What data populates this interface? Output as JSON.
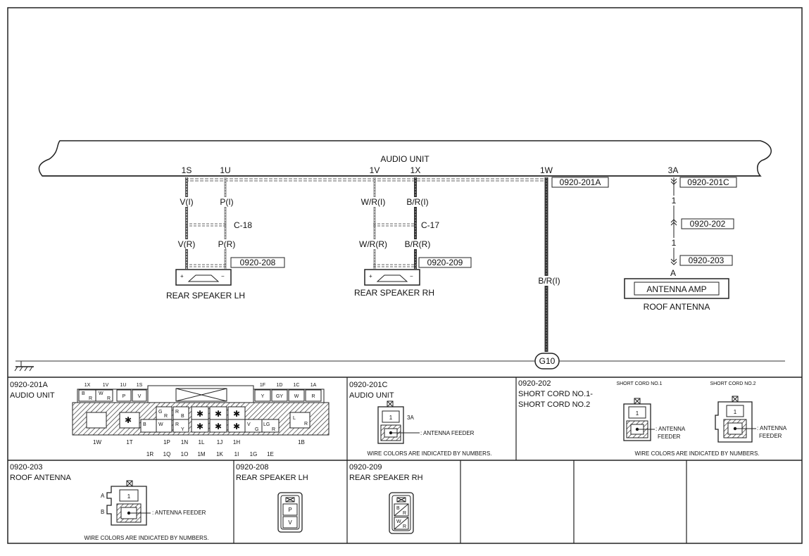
{
  "main": {
    "audio_unit_label": "AUDIO UNIT",
    "terminals": {
      "t1s": "1S",
      "t1u": "1U",
      "t1v": "1V",
      "t1x": "1X",
      "t1w": "1W",
      "t3a": "3A"
    },
    "wires": {
      "w1s_i": "V(I)",
      "w1u_i": "P(I)",
      "w1s_r": "V(R)",
      "w1u_r": "P(R)",
      "w1v_i": "W/R(I)",
      "w1x_i": "B/R(I)",
      "w1v_r": "W/R(R)",
      "w1x_r": "B/R(R)",
      "w1w": "B/R(I)",
      "w3a_top": "1",
      "w3a_bot": "1"
    },
    "joints": {
      "c18": "C-18",
      "c17": "C-17"
    },
    "connector_refs": {
      "r208": "0920-208",
      "r209": "0920-209",
      "r201a": "0920-201A",
      "r201c": "0920-201C",
      "r202": "0920-202",
      "r203": "0920-203"
    },
    "rear_speaker_lh": "REAR SPEAKER LH",
    "rear_speaker_rh": "REAR SPEAKER RH",
    "antenna_pin": "A",
    "antenna_amp": "ANTENNA AMP",
    "roof_antenna": "ROOF ANTENNA",
    "ground": "G10"
  },
  "panels": {
    "p201a": {
      "code": "0920-201A",
      "name": "AUDIO UNIT",
      "top_pins": [
        "1X",
        "1V",
        "1U",
        "1S"
      ],
      "top_pins_right": [
        "1F",
        "1D",
        "1C",
        "1A"
      ],
      "row1_left": [
        "B",
        "W",
        "R",
        "R",
        "P",
        "V"
      ],
      "row1_right": [
        "Y",
        "GY",
        "W",
        "R"
      ],
      "row2": [
        "G",
        "R",
        "R",
        "B",
        "B",
        "W",
        "R",
        "Y",
        "V",
        "LG",
        "G",
        "R",
        "L",
        "R"
      ],
      "bottom1": [
        "1W",
        "1T",
        "1P",
        "1N",
        "1L",
        "1J",
        "1H",
        "1B"
      ],
      "bottom2": [
        "1R",
        "1Q",
        "1O",
        "1M",
        "1K",
        "1I",
        "1G",
        "1E"
      ]
    },
    "p201c": {
      "code": "0920-201C",
      "name": "AUDIO UNIT",
      "pin": "1",
      "pin_label": "3A",
      "feeder": ": ANTENNA FEEDER",
      "note": "WIRE COLORS ARE INDICATED BY NUMBERS."
    },
    "p202": {
      "code": "0920-202",
      "name1": "SHORT CORD NO.1-",
      "name2": "SHORT CORD NO.2",
      "cord1": "SHORT CORD NO.1",
      "cord2": "SHORT CORD NO.2",
      "pin": "1",
      "feeder1": ": ANTENNA",
      "feeder2": "FEEDER",
      "note": "WIRE COLORS ARE INDICATED BY NUMBERS."
    },
    "p203": {
      "code": "0920-203",
      "name": "ROOF ANTENNA",
      "pin_a": "A",
      "pin_b": "B",
      "pin": "1",
      "feeder": ": ANTENNA FEEDER",
      "note": "WIRE COLORS ARE INDICATED BY NUMBERS."
    },
    "p208": {
      "code": "0920-208",
      "name": "REAR SPEAKER LH",
      "pins": [
        "P",
        "V"
      ]
    },
    "p209": {
      "code": "0920-209",
      "name": "REAR SPEAKER RH",
      "pins": [
        "B",
        "R",
        "W",
        "R"
      ]
    }
  }
}
